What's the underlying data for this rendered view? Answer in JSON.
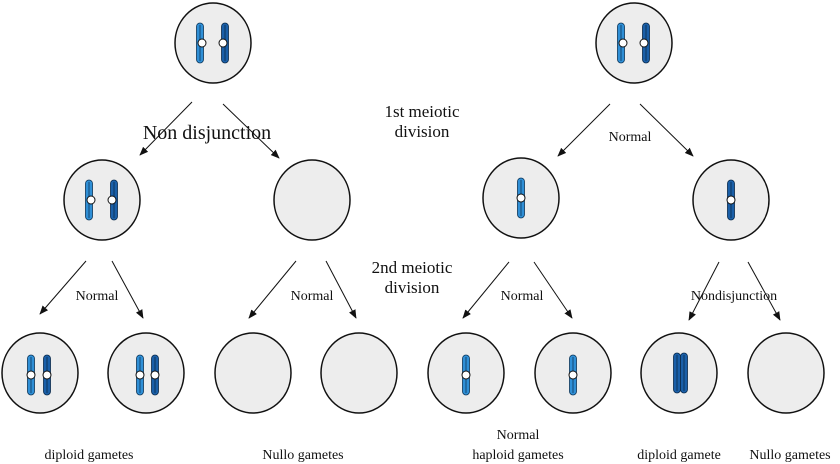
{
  "labels": {
    "nondisjunction_first": "Non disjunction",
    "first_division_line1": "1st meiotic",
    "first_division_line2": "division",
    "normal_first_right": "Normal",
    "second_division_line1": "2nd meiotic",
    "second_division_line2": "division",
    "normal_second_a": "Normal",
    "normal_second_b": "Normal",
    "normal_second_c": "Normal",
    "nondisjunction_second": "Nondisjunction",
    "captions": {
      "diploid_gametes": "diploid gametes",
      "nullo_gametes_left": "Nullo gametes",
      "normal_haploid_line1": "Normal",
      "normal_haploid_line2": "haploid gametes",
      "diploid_gamete": "diploid gamete",
      "nullo_gametes_right": "Nullo gametes"
    }
  },
  "colors": {
    "cell_fill": "#ededed",
    "cell_stroke": "#111111",
    "chromatid_light": "#2f8fd6",
    "chromatid_dark": "#1a5fa8",
    "centromere": "#ffffff",
    "arrow": "#111111"
  }
}
